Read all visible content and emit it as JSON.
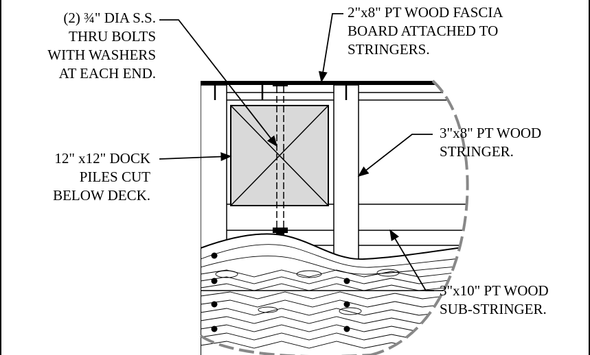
{
  "callouts": {
    "bolts": {
      "lines": [
        "(2) ¾\" DIA S.S.",
        "THRU BOLTS",
        "WITH WASHERS",
        "AT EACH END."
      ]
    },
    "fascia": {
      "lines": [
        "2\"x8\" PT WOOD FASCIA",
        "BOARD ATTACHED TO",
        "STRINGERS."
      ]
    },
    "stringer": {
      "lines": [
        "3\"x8\" PT WOOD",
        "STRINGER."
      ]
    },
    "piles": {
      "lines": [
        "12\" x12\" DOCK",
        "PILES CUT",
        "BELOW DECK."
      ]
    },
    "substringer": {
      "lines": [
        "3\"x10\" PT WOOD",
        "SUB-STRINGER."
      ]
    }
  }
}
